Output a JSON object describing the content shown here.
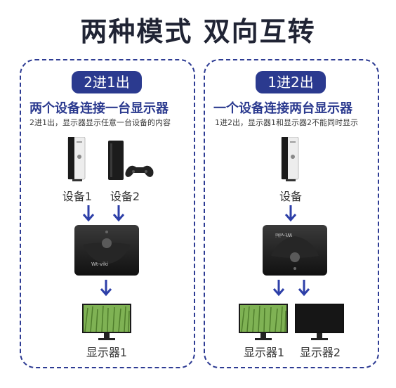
{
  "title": "两种模式 双向互转",
  "left_panel": {
    "mode": "2进1出",
    "heading": "两个设备连接一台显示器",
    "desc": "2进1出，显示器显示任意一台设备的内容",
    "device1": "设备1",
    "device2": "设备2",
    "switch_brand": "Wt-viki",
    "monitor": "显示器1"
  },
  "right_panel": {
    "mode": "1进2出",
    "heading": "一个设备连接两台显示器",
    "desc": "1进2出，显示器1和显示器2不能同时显示",
    "device": "设备",
    "switch_brand": "Wt-viki",
    "monitor1": "显示器1",
    "monitor2": "显示器2"
  },
  "colors": {
    "accent": "#2b3a8f",
    "arrow": "#2d3fa8"
  }
}
